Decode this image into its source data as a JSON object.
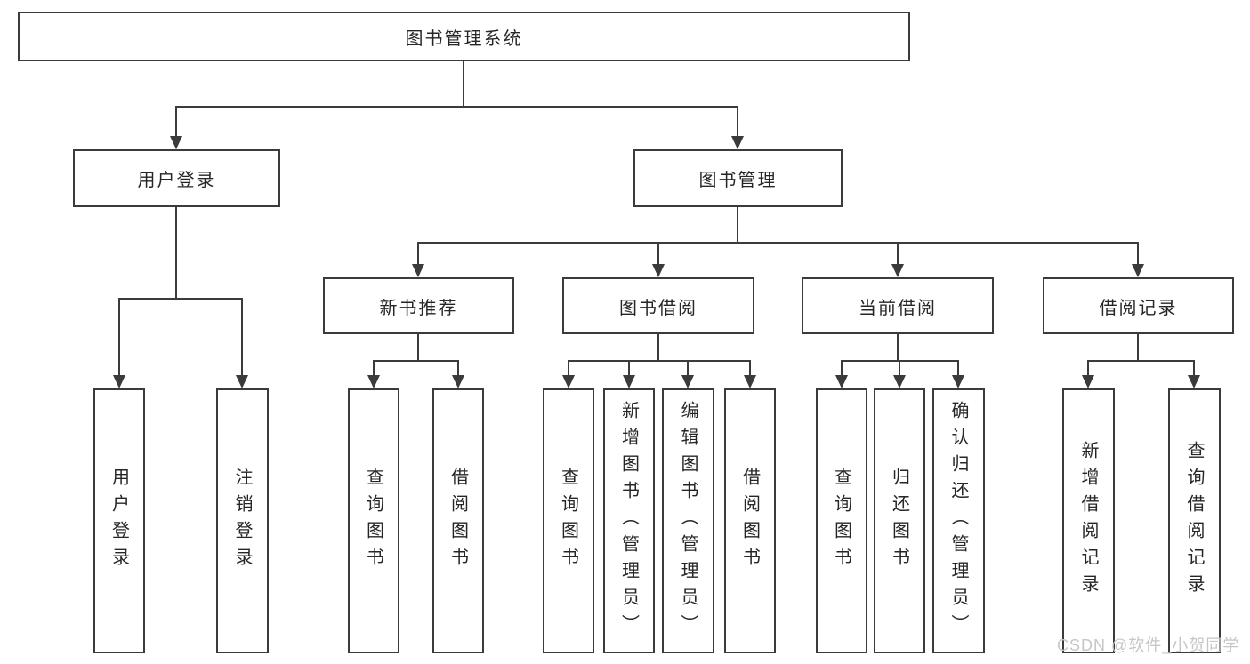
{
  "diagram_title": "图书管理系统",
  "root": {
    "label": "图书管理系统"
  },
  "branches": [
    {
      "label": "用户登录",
      "children": [
        {
          "label": "用户登录"
        },
        {
          "label": "注销登录"
        }
      ]
    },
    {
      "label": "图书管理",
      "children": [
        {
          "label": "新书推荐",
          "children": [
            {
              "label": "查询图书"
            },
            {
              "label": "借阅图书"
            }
          ]
        },
        {
          "label": "图书借阅",
          "children": [
            {
              "label": "查询图书"
            },
            {
              "label": "新增图书（管理员）"
            },
            {
              "label": "编辑图书（管理员）"
            },
            {
              "label": "借阅图书"
            }
          ]
        },
        {
          "label": "当前借阅",
          "children": [
            {
              "label": "查询图书"
            },
            {
              "label": "归还图书"
            },
            {
              "label": "确认归还（管理员）"
            }
          ]
        },
        {
          "label": "借阅记录",
          "children": [
            {
              "label": "新增借阅记录"
            },
            {
              "label": "查询借阅记录"
            }
          ]
        }
      ]
    }
  ],
  "watermark": "CSDN @软件_小贺同学",
  "colors": {
    "line": "#3b3b3b",
    "text": "#262626",
    "background": "#ffffff",
    "watermark": "#c6c6c6"
  }
}
